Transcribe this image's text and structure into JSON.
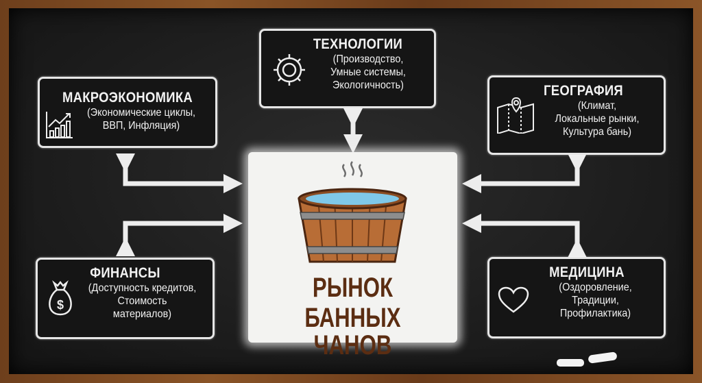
{
  "center": {
    "title_line1": "РЫНОК",
    "title_line2": "БАННЫХ ЧАНОВ",
    "icon": "wooden-tub-icon"
  },
  "nodes": {
    "technology": {
      "title": "ТЕХНОЛОГИИ",
      "lines": [
        "(Производство,",
        "Умные системы,",
        "Экологичность)"
      ],
      "icon": "gear-icon"
    },
    "macro": {
      "title": "МАКРОЭКОНОМИКА",
      "lines": [
        "(Экономические циклы,",
        "ВВП, Инфляция)"
      ],
      "icon": "growth-chart-icon"
    },
    "geography": {
      "title": "ГЕОГРАФИЯ",
      "lines": [
        "(Климат,",
        "Локальные рынки,",
        "Культура бань)"
      ],
      "icon": "map-pin-icon"
    },
    "finance": {
      "title": "ФИНАНСЫ",
      "lines": [
        "(Доступность кредитов,",
        "Стоимость",
        "материалов)"
      ],
      "icon": "money-bag-icon"
    },
    "medicine": {
      "title": "МЕДИЦИНА",
      "lines": [
        "(Оздоровление,",
        "Традиции,",
        "Профилактика)"
      ],
      "icon": "heart-icon"
    }
  },
  "colors": {
    "board": "#1d1d1d",
    "frame": "#7a4a22",
    "chalk": "#f0f0f0",
    "title": "#5b2d12"
  }
}
